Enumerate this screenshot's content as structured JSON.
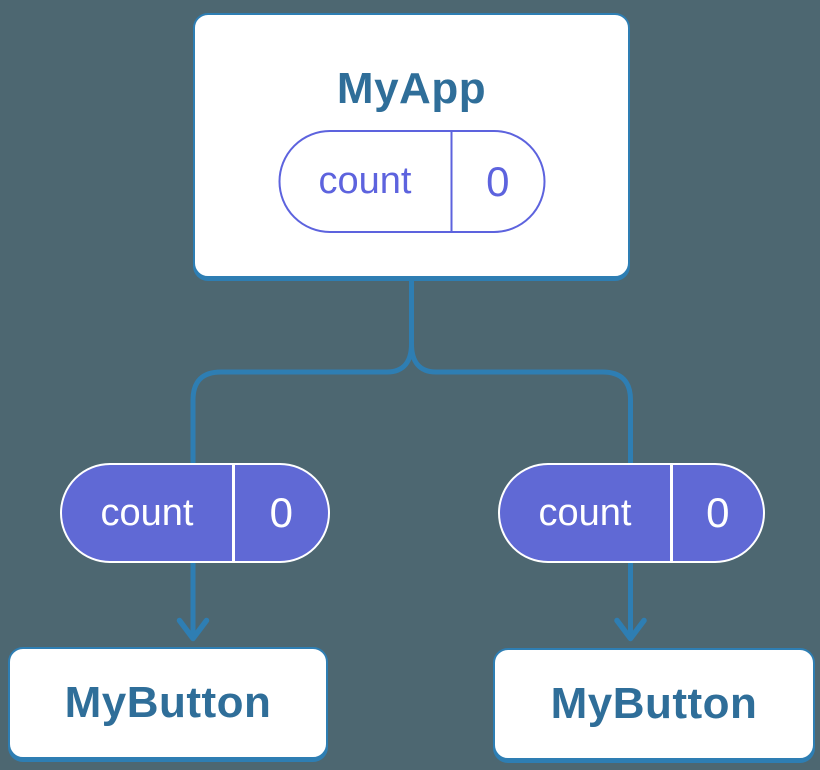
{
  "colors": {
    "background": "#4d6771",
    "connector_blue": "#2e7eb3",
    "component_title_blue": "#2f6e99",
    "card_background": "#ffffff",
    "state_purple_outline": "#5d63de",
    "state_purple_fill": "#6069d5",
    "state_text_on_fill": "#ffffff"
  },
  "tree": {
    "root": {
      "title": "MyApp",
      "state": {
        "name": "count",
        "value": "0"
      }
    },
    "children": [
      {
        "title": "MyButton",
        "prop": {
          "name": "count",
          "value": "0"
        }
      },
      {
        "title": "MyButton",
        "prop": {
          "name": "count",
          "value": "0"
        }
      }
    ]
  }
}
